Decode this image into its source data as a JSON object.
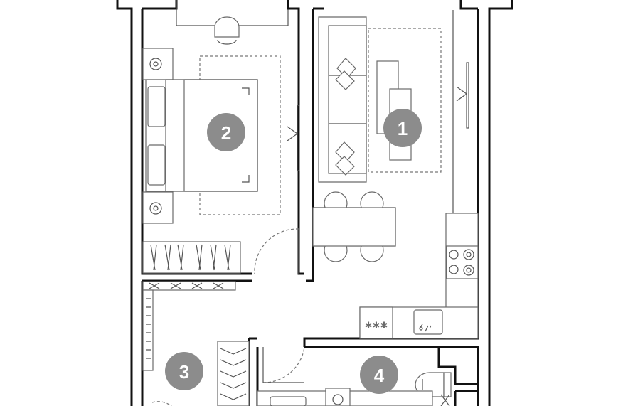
{
  "rooms": [
    {
      "id": "living",
      "label": "1"
    },
    {
      "id": "bedroom",
      "label": "2"
    },
    {
      "id": "hall",
      "label": "3"
    },
    {
      "id": "bathroom",
      "label": "4"
    }
  ],
  "colors": {
    "wall": "#111111",
    "furniture_stroke": "#6a6a6a",
    "room_badge": "#8c8c8c",
    "badge_text": "#ffffff",
    "background": "#ffffff"
  },
  "icons": [
    "armchair-icon",
    "bed-icon",
    "sofa-icon",
    "dining-table-icon",
    "stove-icon",
    "sink-icon",
    "toilet-icon",
    "washing-machine-icon",
    "wardrobe-icon",
    "door-swing-icon"
  ]
}
